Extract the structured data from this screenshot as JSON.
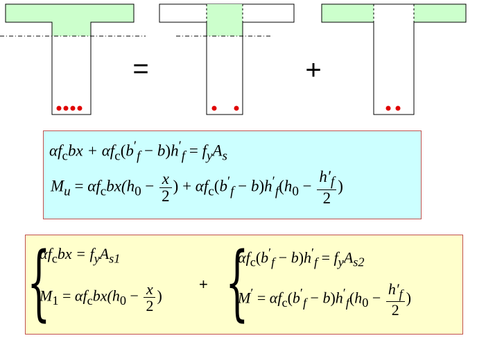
{
  "operators": {
    "equals": "=",
    "plus": "+",
    "plus_small": "+"
  },
  "colors": {
    "flange_fill": "#ccffcc",
    "rebar": "#e00000",
    "box1_bg": "#ccffff",
    "box2_bg": "#ffffcc",
    "box_border": "#c0504d"
  },
  "equations": {
    "box1": {
      "line1": {
        "a1": "α",
        "f1": "f",
        "f1_sub": "c",
        "t1": "bx + ",
        "a2": "α",
        "f2": "f",
        "f2_sub": "c",
        "t2": "(",
        "b1": "b",
        "b1_sup": "′",
        "b1_sub": "f",
        "t3": " − ",
        "b2": "b",
        "t4": ")",
        "h1": "h",
        "h1_sup": "′",
        "h1_sub": "f",
        "eq": " = ",
        "fy": "f",
        "fy_sub": "y",
        "A": "A",
        "A_sub": "s"
      },
      "line2": {
        "M": "M",
        "M_sub": "u",
        "eq": " = ",
        "a1": "α",
        "f1": "f",
        "f1_sub": "c",
        "t1": "bx(",
        "h0": "h",
        "h0_sub": "0",
        "minus1": " − ",
        "frac1_num": "x",
        "frac1_den": "2",
        "t2": ") + ",
        "a2": "α",
        "f2": "f",
        "f2_sub": "c",
        "t3": "(",
        "b1": "b",
        "b1_sup": "′",
        "b1_sub": "f",
        "t4": " − ",
        "b2": "b",
        "t5": ")",
        "h1": "h",
        "h1_sup": "′",
        "h1_sub": "f",
        "t6": "(",
        "h02": "h",
        "h02_sub": "0",
        "minus2": " − ",
        "frac2_num": "h′",
        "frac2_num_sub": "f",
        "frac2_den": "2",
        "t7": ")"
      }
    },
    "box2_left": {
      "line1": {
        "a": "α",
        "f": "f",
        "f_sub": "c",
        "t1": "bx = ",
        "fy": "f",
        "fy_sub": "y",
        "A": "A",
        "A_sub": "s1"
      },
      "line2": {
        "M": "M",
        "M_sub": "1",
        "eq": " = ",
        "a": "α",
        "f": "f",
        "f_sub": "c",
        "t1": "bx(",
        "h0": "h",
        "h0_sub": "0",
        "minus": " − ",
        "frac_num": "x",
        "frac_den": "2",
        "t2": ")"
      }
    },
    "box2_right": {
      "line1": {
        "a": "α",
        "f": "f",
        "f_sub": "c",
        "t1": "(",
        "b1": "b",
        "b1_sup": "′",
        "b1_sub": "f",
        "t2": " − ",
        "b2": "b",
        "t3": ")",
        "h1": "h",
        "h1_sup": "′",
        "h1_sub": "f",
        "eq": " = ",
        "fy": "f",
        "fy_sub": "y",
        "A": "A",
        "A_sub": "s2"
      },
      "line2": {
        "M": "M",
        "M_sup": "′",
        "eq": " = ",
        "a": "α",
        "f": "f",
        "f_sub": "c",
        "t1": "(",
        "b1": "b",
        "b1_sup": "′",
        "b1_sub": "f",
        "t2": " − ",
        "b2": "b",
        "t3": ")",
        "h1": "h",
        "h1_sup": "′",
        "h1_sub": "f",
        "t4": "(",
        "h0": "h",
        "h0_sub": "0",
        "minus": " − ",
        "frac_num": "h′",
        "frac_num_sub": "f",
        "frac_den": "2",
        "t5": ")"
      }
    }
  }
}
